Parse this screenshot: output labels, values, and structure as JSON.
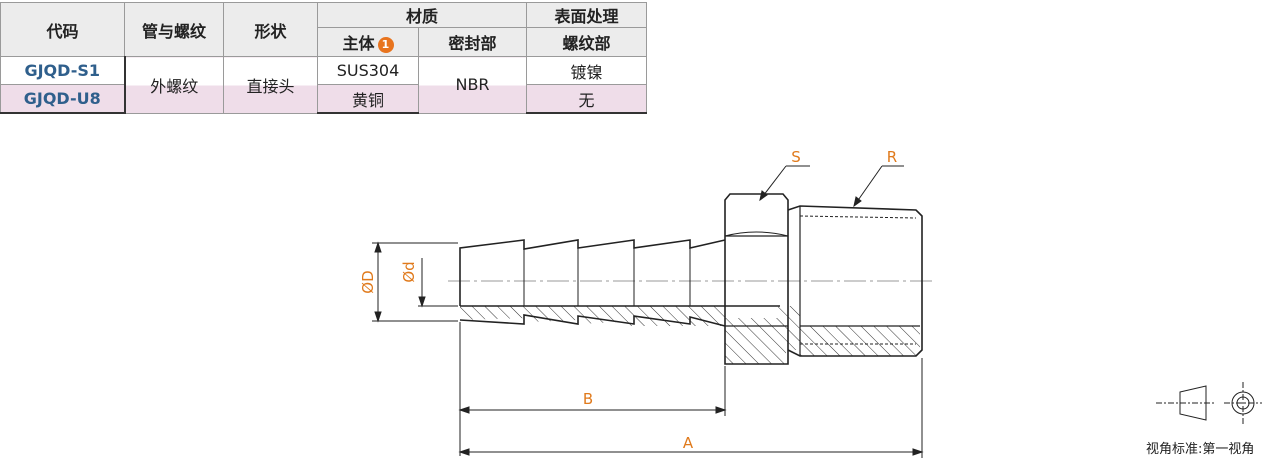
{
  "table": {
    "headers": {
      "code": "代码",
      "tube_thread": "管与螺纹",
      "shape": "形状",
      "material": "材质",
      "surface": "表面处理",
      "body": "主体",
      "body_badge": "1",
      "seal": "密封部",
      "thread_part": "螺纹部"
    },
    "rows": [
      {
        "code": "GJQD-S1",
        "body": "SUS304",
        "surface": "镀镍"
      },
      {
        "code": "GJQD-U8",
        "body": "黄铜",
        "surface": "无"
      }
    ],
    "shared": {
      "tube_thread": "外螺纹",
      "shape": "直接头",
      "seal": "NBR"
    }
  },
  "drawing": {
    "labels": {
      "S": "S",
      "R": "R",
      "A": "A",
      "B": "B",
      "D": "ØD",
      "d": "Ød"
    },
    "accent_color": "#e07a1c",
    "view_caption": "视角标准:第一视角"
  }
}
